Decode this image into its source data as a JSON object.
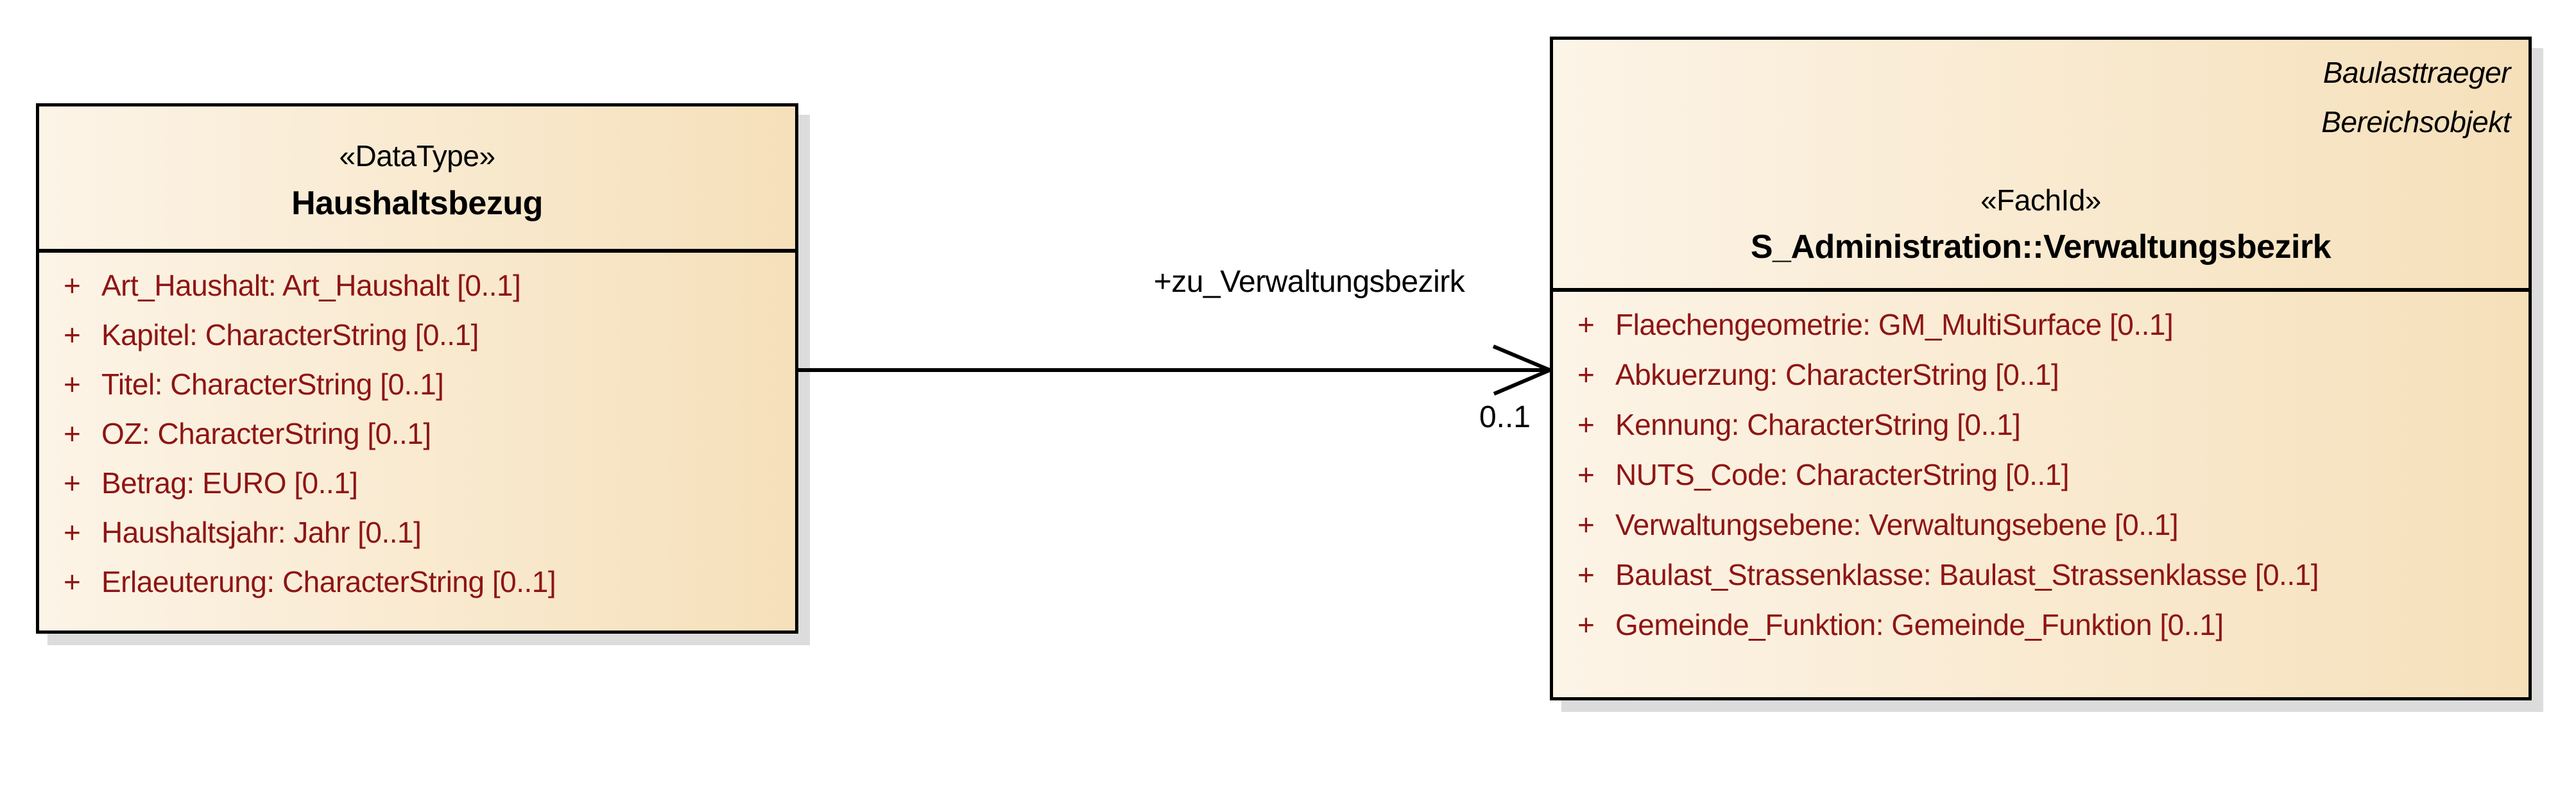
{
  "colors": {
    "box_fill_start": "#FCF4E7",
    "box_fill_end": "#F6E0BA",
    "border": "#000000",
    "shadow": "#DCDCDC",
    "attribute_text": "#8E1515",
    "title_text": "#000000"
  },
  "classes": [
    {
      "stereotype": "«DataType»",
      "name": "Haushaltsbezug",
      "attributes": [
        {
          "visibility": "+",
          "text": "Art_Haushalt: Art_Haushalt [0..1]"
        },
        {
          "visibility": "+",
          "text": "Kapitel: CharacterString [0..1]"
        },
        {
          "visibility": "+",
          "text": "Titel: CharacterString [0..1]"
        },
        {
          "visibility": "+",
          "text": "OZ: CharacterString [0..1]"
        },
        {
          "visibility": "+",
          "text": "Betrag: EURO [0..1]"
        },
        {
          "visibility": "+",
          "text": "Haushaltsjahr: Jahr [0..1]"
        },
        {
          "visibility": "+",
          "text": "Erlaeuterung: CharacterString [0..1]"
        }
      ]
    },
    {
      "annotations": [
        "Baulasttraeger",
        "Bereichsobjekt"
      ],
      "stereotype": "«FachId»",
      "name": "S_Administration::Verwaltungsbezirk",
      "attributes": [
        {
          "visibility": "+",
          "text": "Flaechengeometrie: GM_MultiSurface [0..1]"
        },
        {
          "visibility": "+",
          "text": "Abkuerzung: CharacterString [0..1]"
        },
        {
          "visibility": "+",
          "text": "Kennung: CharacterString [0..1]"
        },
        {
          "visibility": "+",
          "text": "NUTS_Code: CharacterString [0..1]"
        },
        {
          "visibility": "+",
          "text": "Verwaltungsebene: Verwaltungsebene [0..1]"
        },
        {
          "visibility": "+",
          "text": "Baulast_Strassenklasse: Baulast_Strassenklasse [0..1]"
        },
        {
          "visibility": "+",
          "text": "Gemeinde_Funktion: Gemeinde_Funktion [0..1]"
        }
      ]
    }
  ],
  "association": {
    "label": "+zu_Verwaltungsbezirk",
    "multiplicity": "0..1"
  }
}
